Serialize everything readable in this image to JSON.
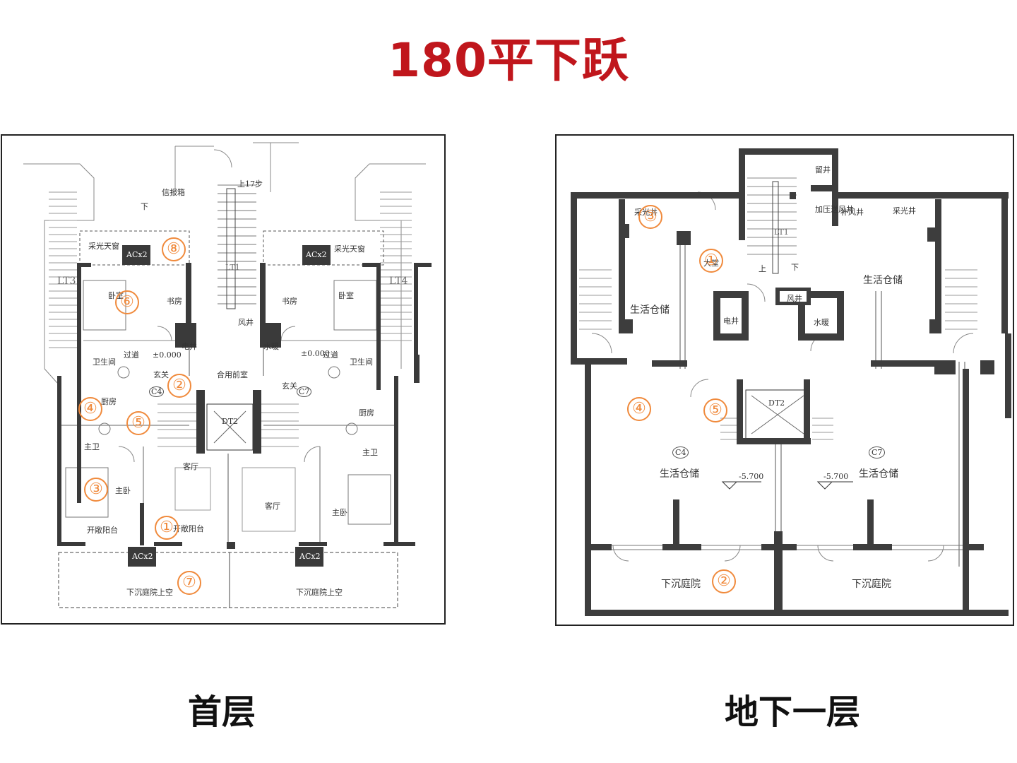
{
  "title": "180平下跃",
  "left_plan": {
    "caption": "首层",
    "numbers": [
      "①",
      "②",
      "③",
      "④",
      "⑤",
      "⑥",
      "⑦",
      "⑧"
    ],
    "labels": {
      "info_box": "信报箱",
      "stairs_up": "上17步",
      "down": "下",
      "skylight_l": "采光天窗",
      "skylight_r": "采光天窗",
      "ac_1": "ACx2",
      "ac_2": "ACx2",
      "ac_3": "ACx2",
      "ac_4": "ACx2",
      "lt3": "LT3",
      "lt4": "LT4",
      "bedroom_l": "卧室",
      "study_l": "书房",
      "study_r": "书房",
      "bedroom_r": "卧室",
      "elec": "电井",
      "water": "水暖",
      "wind": "风井",
      "lt1": "LT1",
      "corridor_l": "过道",
      "corridor_r": "过道",
      "elev_l": "±0.000",
      "elev_r": "±0.000",
      "bath_l": "卫生间",
      "bath_r": "卫生间",
      "hall_l": "玄关",
      "hall_r": "玄关",
      "lobby": "合用前室",
      "c4": "C4",
      "c7": "C7",
      "kitchen_l": "厨房",
      "kitchen_r": "厨房",
      "dt2": "DT2",
      "master_bath_l": "主卫",
      "master_bath_r": "主卫",
      "living_l": "客厅",
      "living_r": "客厅",
      "master_bed_l": "主卧",
      "master_bed_r": "主卧",
      "balcony_l": "开敞阳台",
      "balcony_r": "开敞阳台",
      "sunken_l": "下沉庭院上空",
      "sunken_r": "下沉庭院上空"
    }
  },
  "right_plan": {
    "caption": "地下一层",
    "numbers": [
      "①",
      "②",
      "③",
      "④",
      "⑤"
    ],
    "labels": {
      "shaft": "留井",
      "pressure_shaft": "加压送风井",
      "supply_shaft": "补风井",
      "light_well_l": "采光井",
      "light_well_r": "采光井",
      "hall": "大堂",
      "lt1": "LT1",
      "up": "上",
      "down": "下",
      "storage_tl": "生活仓储",
      "storage_tr": "生活仓储",
      "elec": "电井",
      "wind": "风井",
      "water": "水暖",
      "dt2": "DT2",
      "c4": "C4",
      "c7": "C7",
      "storage_l": "生活仓储",
      "storage_r": "生活仓储",
      "elev_l": "-5.700",
      "elev_r": "-5.700",
      "sunken_l": "下沉庭院",
      "sunken_r": "下沉庭院"
    }
  }
}
